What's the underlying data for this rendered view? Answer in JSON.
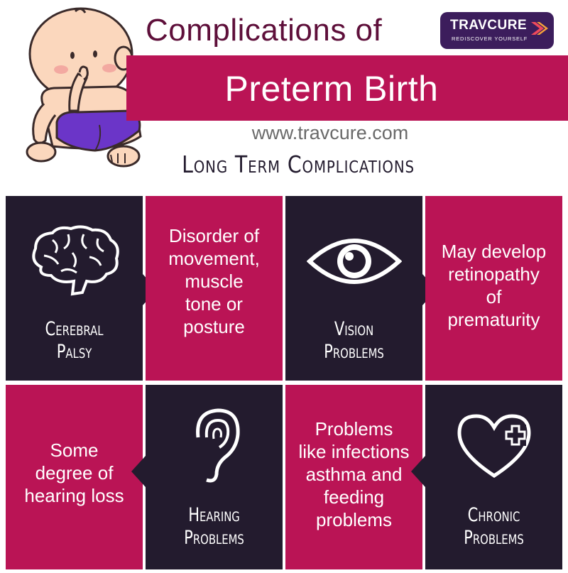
{
  "header": {
    "title_line1": "Complications of",
    "title_line2": "Preterm Birth",
    "url": "www.travcure.com",
    "subtitle": "Long Term Complications"
  },
  "logo": {
    "name": "TRAVCURE",
    "tagline": "REDISCOVER YOURSELF",
    "color": "#3c1d5c"
  },
  "colors": {
    "accent": "#ba1455",
    "dark": "#231b2e",
    "title_text": "#5e0f3a"
  },
  "tiles": {
    "cerebral_palsy": {
      "label": "Cerebral\nPalsy",
      "icon": "brain-icon"
    },
    "cerebral_palsy_desc": {
      "text": "Disorder of\nmovement,\nmuscle\ntone or\nposture"
    },
    "vision": {
      "label": "Vision\nProblems",
      "icon": "eye-icon"
    },
    "vision_desc": {
      "text": "May develop\nretinopathy\nof\nprematurity"
    },
    "hearing_desc": {
      "text": "Some\ndegree of\nhearing loss"
    },
    "hearing": {
      "label": "Hearing\nProblems",
      "icon": "ear-icon"
    },
    "chronic_desc": {
      "text": "Problems\nlike infections\nasthma and\nfeeding\nproblems"
    },
    "chronic": {
      "label": "Chronic\nProblems",
      "icon": "heart-plus-icon"
    }
  }
}
